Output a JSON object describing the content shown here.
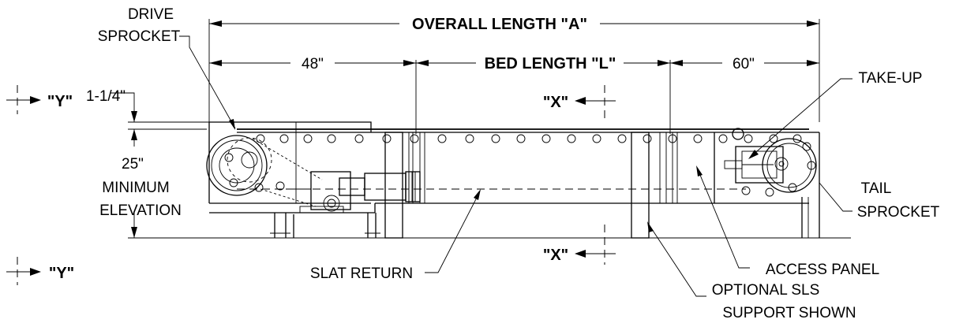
{
  "labels": {
    "drive_sprocket_line1": "DRIVE",
    "drive_sprocket_line2": "SPROCKET",
    "overall_length": "OVERALL LENGTH \"A\"",
    "bed_length": "BED LENGTH \"L\"",
    "dim_48": "48\"",
    "dim_60": "60\"",
    "take_up": "TAKE-UP",
    "dim_1_1_4": "1-1/4\"",
    "section_x": "\"X\"",
    "section_y": "\"Y\"",
    "elev_25": "25\"",
    "minimum": "MINIMUM",
    "elevation": "ELEVATION",
    "tail_line1": "TAIL",
    "tail_line2": "SPROCKET",
    "slat_return": "SLAT RETURN",
    "access_panel": "ACCESS PANEL",
    "optional_line1": "OPTIONAL SLS",
    "optional_line2": "SUPPORT SHOWN"
  }
}
